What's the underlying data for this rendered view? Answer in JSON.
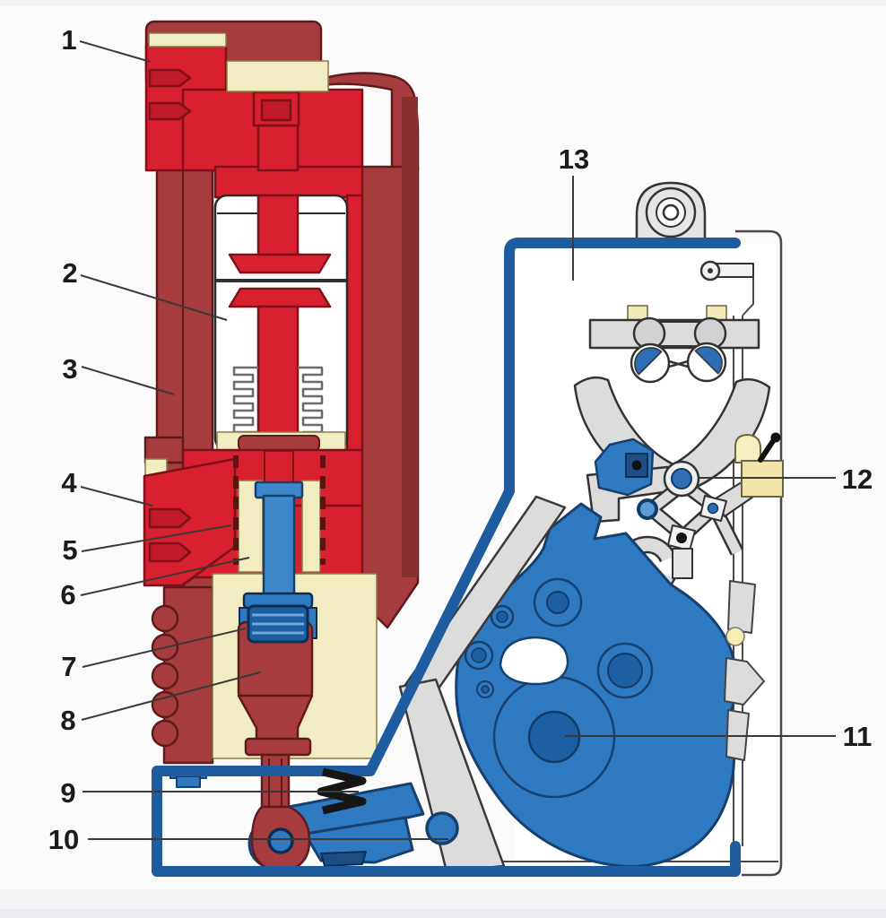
{
  "figure": {
    "description": "Cutaway technical diagram of a vacuum circuit-breaker pole (red insulator column with vacuum interrupter) coupled to its spring operating mechanism (blue) inside an enclosure",
    "background_color": "#FBFBFC"
  },
  "callouts": [
    {
      "label": "1"
    },
    {
      "label": "2"
    },
    {
      "label": "3"
    },
    {
      "label": "4"
    },
    {
      "label": "5"
    },
    {
      "label": "6"
    },
    {
      "label": "7"
    },
    {
      "label": "8"
    },
    {
      "label": "9"
    },
    {
      "label": "10"
    },
    {
      "label": "11"
    },
    {
      "label": "12"
    },
    {
      "label": "13"
    }
  ],
  "colors": {
    "bright_red_conductor": "#D8202F",
    "dark_red_insulator": "#A73C3E",
    "maroon_edge": "#8C2F33",
    "cream_insulation": "#F2ECC3",
    "mechanism_blue": "#2E79C0",
    "dark_blue": "#1D5FA3",
    "frame_blue": "#1E5C9F",
    "rod_blue": "#3E87CB",
    "steel_gray": "#DCDCDC",
    "beige_latch_block": "#F0E4A8",
    "spring_black": "#161616",
    "interrupter_white": "#FFFFFF",
    "leader_line": "#3A3A3A"
  }
}
